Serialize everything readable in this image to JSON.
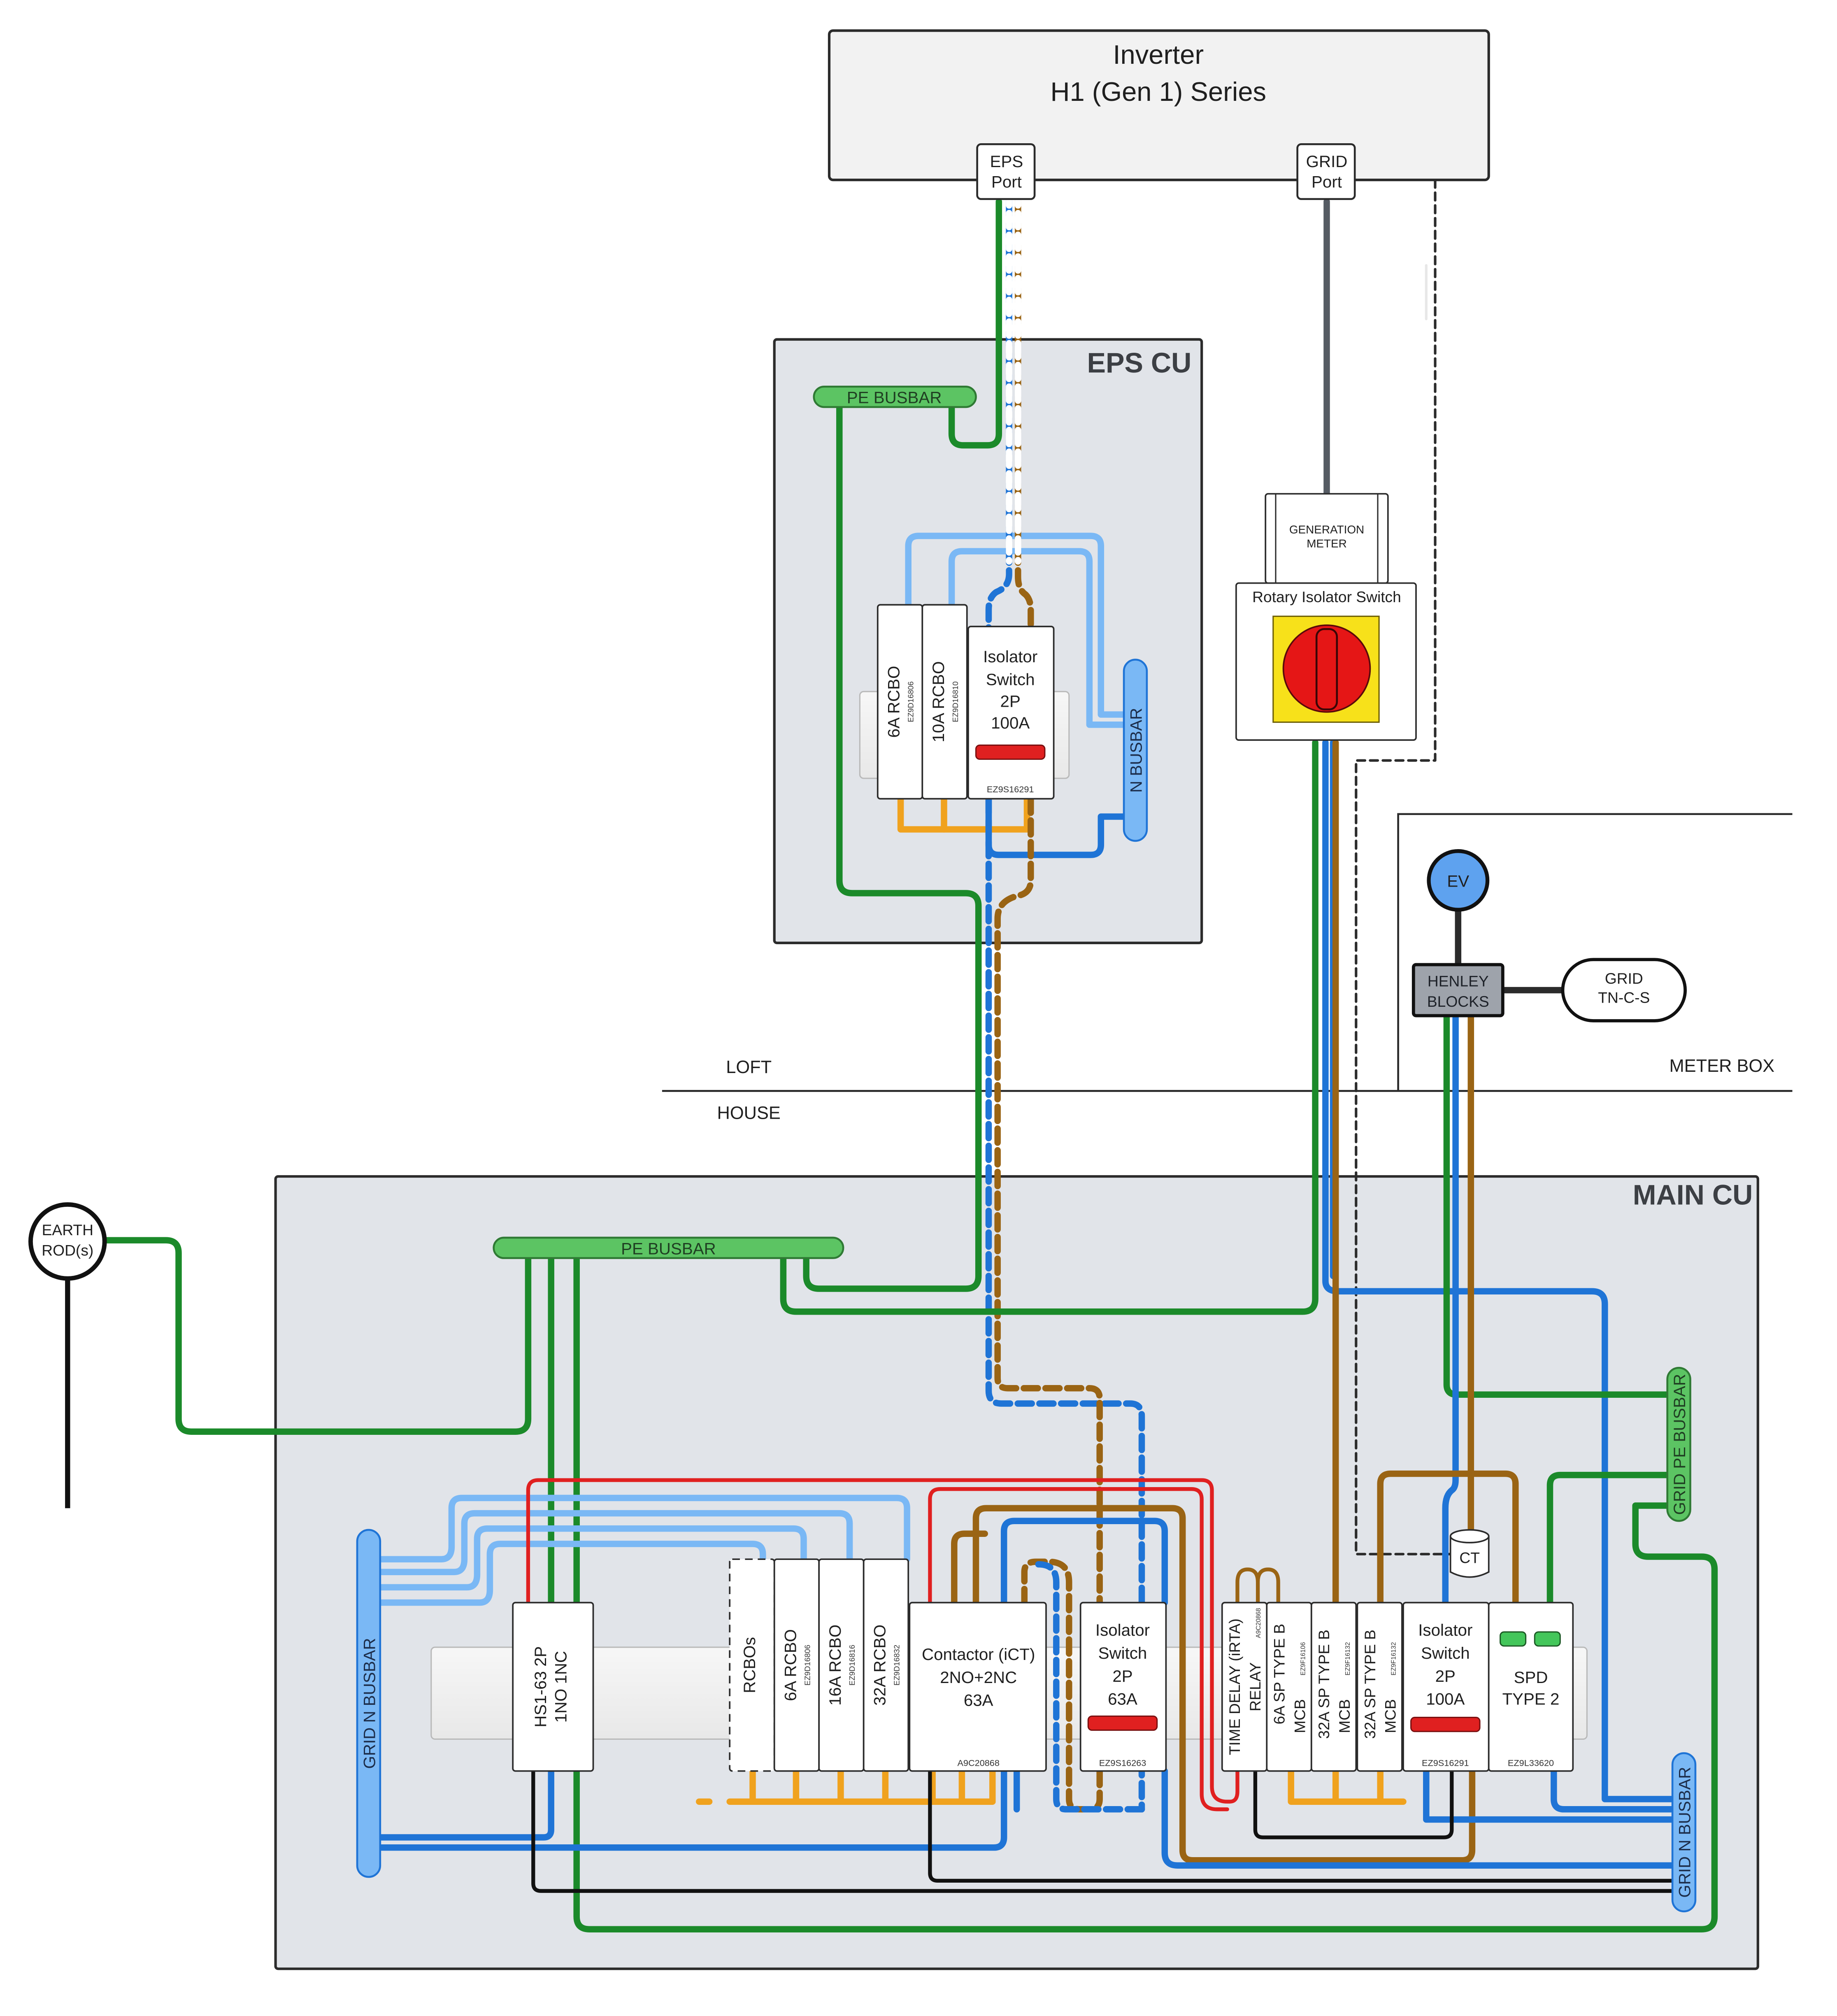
{
  "inverter": {
    "line1": "Inverter",
    "line2": "H1 (Gen 1) Series"
  },
  "ports": {
    "eps": {
      "line1": "EPS",
      "line2": "Port"
    },
    "grid": {
      "line1": "GRID",
      "line2": "Port"
    }
  },
  "eps_cu": {
    "title": "EPS CU",
    "pe_busbar": "PE BUSBAR",
    "n_busbar": "N BUSBAR",
    "rcbo_6a": {
      "label": "6A RCBO",
      "code": "EZ9D16806"
    },
    "rcbo_10a": {
      "label": "10A RCBO",
      "code": "EZ9D16810"
    },
    "isolator": {
      "line1": "Isolator",
      "line2": "Switch",
      "line3": "2P",
      "line4": "100A",
      "code": "EZ9S16291"
    }
  },
  "generation_meter": {
    "line1": "GENERATION",
    "line2": "METER"
  },
  "rotary_isolator": {
    "label": "Rotary Isolator Switch"
  },
  "meter_box": {
    "ev": "EV",
    "henley": {
      "line1": "HENLEY",
      "line2": "BLOCKS"
    },
    "grid": {
      "line1": "GRID",
      "line2": "TN-C-S"
    },
    "label": "METER BOX"
  },
  "zones": {
    "loft": "LOFT",
    "house": "HOUSE"
  },
  "earth_rod": {
    "line1": "EARTH",
    "line2": "ROD(s)"
  },
  "main_cu": {
    "title": "MAIN CU",
    "pe_busbar": "PE BUSBAR",
    "grid_n_busbar_left": "GRID N BUSBAR",
    "grid_n_busbar_right": "GRID N BUSBAR",
    "grid_pe_busbar": "GRID PE BUSBAR",
    "hs1": {
      "line1": "HS1-63 2P",
      "line2": "1NO 1NC"
    },
    "rcbos": "RCBOs",
    "rcbo_6a": {
      "label": "6A RCBO",
      "code": "EZ9D16806"
    },
    "rcbo_16a": {
      "label": "16A RCBO",
      "code": "EZ9D16816"
    },
    "rcbo_32a": {
      "label": "32A RCBO",
      "code": "EZ9D16832"
    },
    "contactor": {
      "line1": "Contactor (iCT)",
      "line2": "2NO+2NC",
      "line3": "63A",
      "code": "A9C20868"
    },
    "isolator_63": {
      "line1": "Isolator",
      "line2": "Switch",
      "line3": "2P",
      "line4": "63A",
      "code": "EZ9S16263"
    },
    "time_delay": {
      "line1": "TIME DELAY (iRTA)",
      "line2": "RELAY",
      "code": "A9C20868"
    },
    "mcb_6a": {
      "line1": "6A SP TYPE B",
      "line2": "MCB",
      "code": "EZ9F16106"
    },
    "mcb_32a_1": {
      "line1": "32A SP TYPE B",
      "line2": "MCB",
      "code": "EZ9F16132"
    },
    "mcb_32a_2": {
      "line1": "32A SP TYPE B",
      "line2": "MCB",
      "code": "EZ9F16132"
    },
    "isolator_100": {
      "line1": "Isolator",
      "line2": "Switch",
      "line3": "2P",
      "line4": "100A",
      "code": "EZ9S16291"
    },
    "spd": {
      "line1": "SPD",
      "line2": "TYPE 2",
      "code": "EZ9L33620"
    },
    "ct": "CT"
  },
  "colors": {
    "earth": "#1b8a2a",
    "neutral": "#1f74d6",
    "neutral_light": "#7ab8f5",
    "live": "#9a6414",
    "live_switched": "#f0a21e",
    "control_red": "#e02020",
    "control_black": "#111111",
    "grid_port": "#555b63",
    "enclosure": "#e1e4e9",
    "busbar_pe": "#5cc463",
    "busbar_n": "#7ab8f5"
  }
}
